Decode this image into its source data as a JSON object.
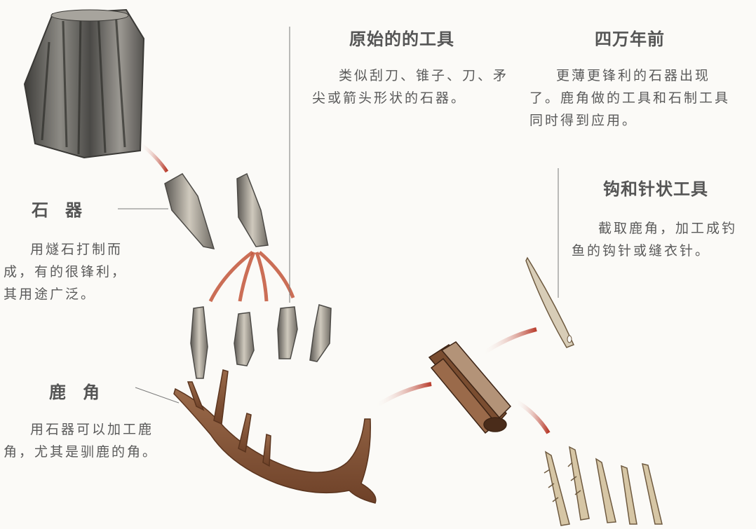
{
  "sections": {
    "primitive_tools": {
      "title": "原始的的工具",
      "text": "类似刮刀、锥子、刀、矛尖或箭头形状的石器。"
    },
    "forty_thousand": {
      "title": "四万年前",
      "text": "更薄更锋利的石器出现了。鹿角做的工具和石制工具同时得到应用。"
    },
    "hooks": {
      "title": "钩和针状工具",
      "text": "截取鹿角，加工成钓鱼的钩针或缝衣针。"
    },
    "stone": {
      "title": "石器",
      "text": "用燧石打制而成，有的很锋利，其用途广泛。"
    },
    "antler": {
      "title": "鹿角",
      "text": "用石器可以加工鹿角，尤其是驯鹿的角。"
    }
  },
  "colors": {
    "arrow": "#b83a2a",
    "stone": "#6b6a66",
    "antler": "#8a5a3c",
    "line": "#777777"
  }
}
